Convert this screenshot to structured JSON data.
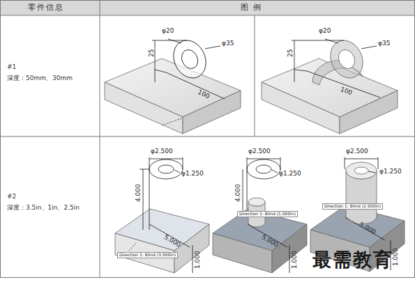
{
  "diagram": {
    "labels": [
      "零件信息",
      "图 例",
      "#1",
      "深度：50mm、30mm",
      "φ20",
      "φ35",
      "25",
      "100",
      "φ20",
      "φ35",
      "25",
      "100",
      "#2",
      "深度：3.5in、1in、2.5in",
      "φ2.500",
      "φ1.250",
      "4.000",
      "5.000",
      "1.000",
      "Direction 1: Blind (3.500in)",
      "φ2.500",
      "φ1.250",
      "4.000",
      "5.000",
      "1.000",
      "Direction 1: Blind (1.000in)",
      "φ2.500",
      "φ1.250",
      "5.000",
      "1.000",
      "Direction 1: Blind (2.500in)",
      "最需教育"
    ]
  }
}
